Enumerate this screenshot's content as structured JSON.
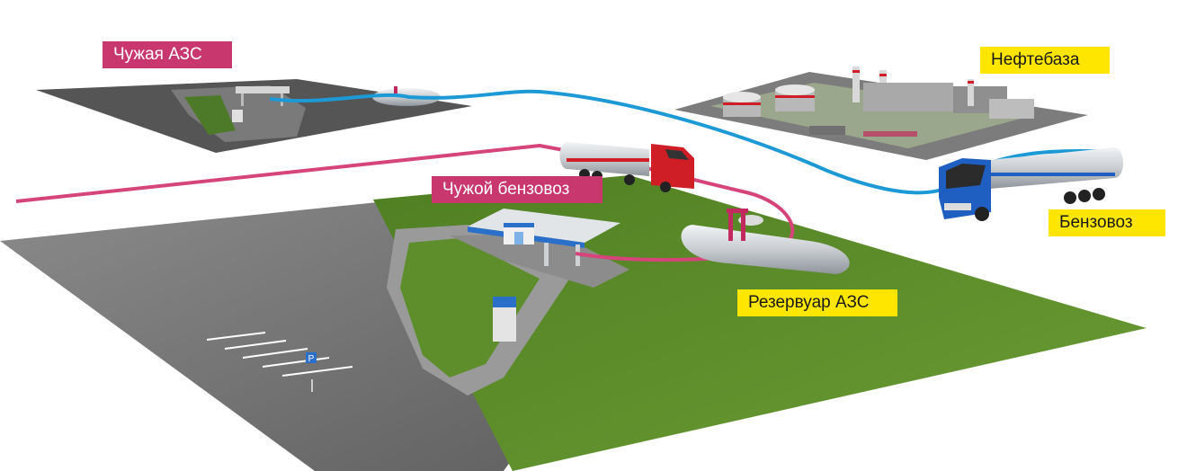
{
  "labels": {
    "foreign_station": "Чужая  АЗС",
    "foreign_tanker": "Чужой бензовоз",
    "oil_depot": "Нефтебаза",
    "tanker": "Бензовоз",
    "station_tank": "Резервуар АЗС",
    "parking_sign": "P"
  },
  "colors": {
    "pink_label": "#c8386e",
    "yellow_label": "#ffe600",
    "pink_route": "#d6457a",
    "blue_route": "#1d9ad6",
    "grass": "#5f8e2c",
    "asphalt": "#6f6f6f",
    "red_truck": "#d01e26",
    "blue_truck": "#1f5fc2"
  },
  "icons": {
    "tank": "fuel-tank-icon",
    "truck": "tanker-truck-icon",
    "parking": "parking-sign-icon"
  }
}
